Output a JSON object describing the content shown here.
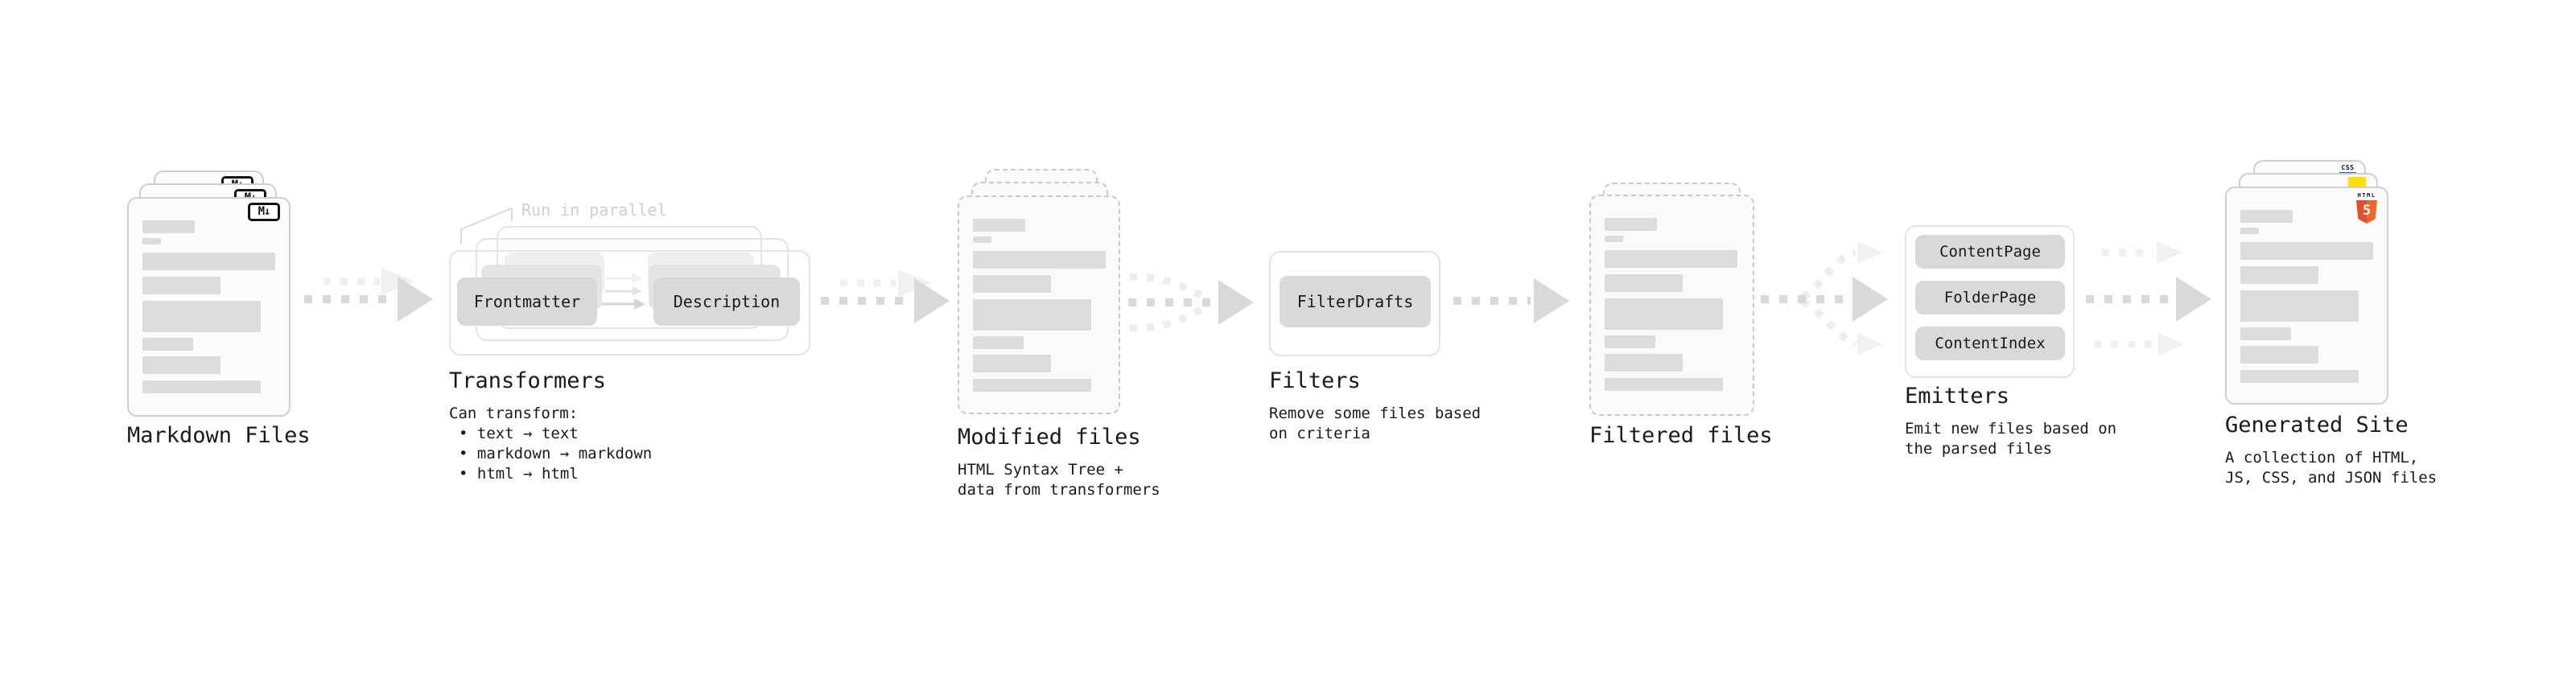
{
  "diagram": {
    "nodes": {
      "markdown_files": {
        "title": "Markdown Files",
        "badge": "M↓",
        "file_count": 3
      },
      "transformers": {
        "title": "Transformers",
        "annotation": "Run in parallel",
        "box_left": "Frontmatter",
        "box_right": "Description",
        "desc_heading": "Can transform:",
        "desc_bullets": [
          "• text → text",
          "• markdown → markdown",
          "• html → html"
        ]
      },
      "modified_files": {
        "title": "Modified files",
        "subtitle_lines": [
          "HTML Syntax Tree +",
          "data from transformers"
        ],
        "file_count": 3
      },
      "filters": {
        "title": "Filters",
        "box": "FilterDrafts",
        "subtitle_lines": [
          "Remove some files based",
          "on criteria"
        ]
      },
      "filtered_files": {
        "title": "Filtered files",
        "file_count": 2
      },
      "emitters": {
        "title": "Emitters",
        "boxes": [
          "ContentPage",
          "FolderPage",
          "ContentIndex"
        ],
        "subtitle_lines": [
          "Emit new files based on",
          "the parsed files"
        ]
      },
      "generated_site": {
        "title": "Generated Site",
        "subtitle_lines": [
          "A collection of HTML,",
          "JS, CSS, and JSON files"
        ],
        "badge_html_label": "HTML",
        "badge_html_number": "5",
        "badge_css_label": "CSS",
        "file_count": 3
      }
    },
    "colors": {
      "text": "#1a1a1a",
      "annotation": "#cfcfcf",
      "box_fill": "#d9d9d9",
      "bar_fill": "#dcdcdc",
      "outline": "#e4e4e4",
      "card_border": "#cfcfcf",
      "arrow_strong": "#d9d9d9",
      "arrow_faint": "#f0f0f0",
      "html5_orange": "#f16529",
      "html5_orange_dark": "#e44d26",
      "js_yellow": "#ffdf00",
      "css_blue": "#2962ff"
    }
  }
}
